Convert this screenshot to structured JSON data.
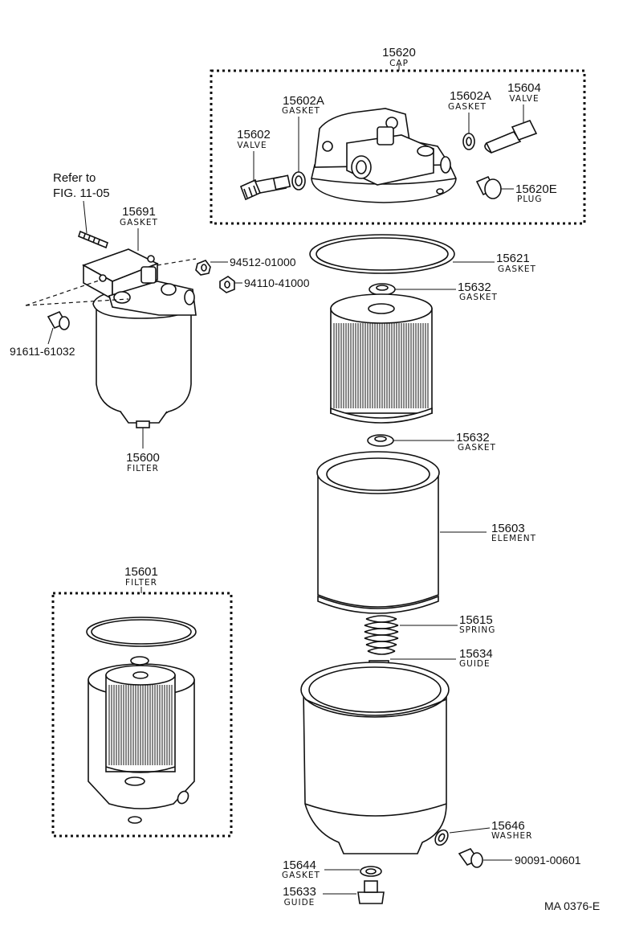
{
  "callouts": {
    "p15620": {
      "number": "15620",
      "name": "CAP"
    },
    "p15602A_left": {
      "number": "15602A",
      "name": "GASKET"
    },
    "p15602A_right": {
      "number": "15602A",
      "name": "GASKET"
    },
    "p15604": {
      "number": "15604",
      "name": "VALVE"
    },
    "p15602": {
      "number": "15602",
      "name": "VALVE"
    },
    "p15620E": {
      "number": "15620E",
      "name": "PLUG"
    },
    "p15691": {
      "number": "15691",
      "name": "GASKET"
    },
    "p94512": {
      "number": "94512-01000"
    },
    "p94110": {
      "number": "94110-41000"
    },
    "p91611": {
      "number": "91611-61032"
    },
    "p15600": {
      "number": "15600",
      "name": "FILTER"
    },
    "p15621": {
      "number": "15621",
      "name": "GASKET"
    },
    "p15632_top": {
      "number": "15632",
      "name": "GASKET"
    },
    "p15632_mid": {
      "number": "15632",
      "name": "GASKET"
    },
    "p15603": {
      "number": "15603",
      "name": "ELEMENT"
    },
    "p15601": {
      "number": "15601",
      "name": "FILTER"
    },
    "p15615": {
      "number": "15615",
      "name": "SPRING"
    },
    "p15634": {
      "number": "15634",
      "name": "GUIDE"
    },
    "p15646": {
      "number": "15646",
      "name": "WASHER"
    },
    "p90091": {
      "number": "90091-00601"
    },
    "p15644": {
      "number": "15644",
      "name": "GASKET"
    },
    "p15633": {
      "number": "15633",
      "name": "GUIDE"
    }
  },
  "reference": {
    "line1": "Refer to",
    "line2": "FIG. 11-05"
  },
  "figure_code": "MA  0376-E"
}
